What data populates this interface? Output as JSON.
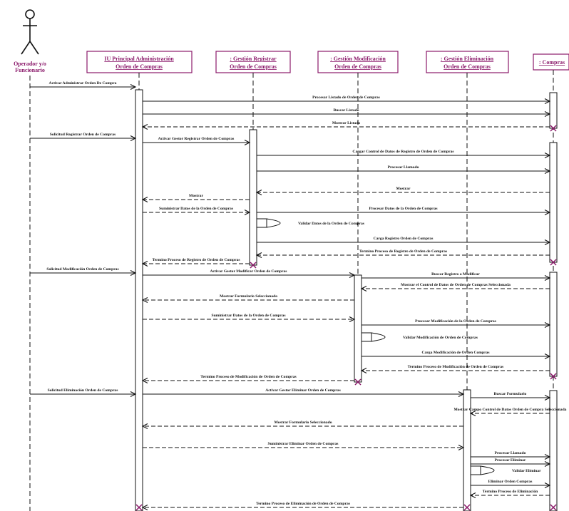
{
  "participants": [
    {
      "id": "actor",
      "line1": "Operador y/o",
      "line2": "Funcionario"
    },
    {
      "id": "iu",
      "line1": "IU Principal Administración",
      "line2": "Orden de Compras"
    },
    {
      "id": "reg",
      "line1": ": Gestión Registrar",
      "line2": "Orden de Compras"
    },
    {
      "id": "mod",
      "line1": ": Gestión Modificación",
      "line2": "Orden de Compras"
    },
    {
      "id": "eli",
      "line1": ": Gestión Eliminación",
      "line2": "Orden de Compras"
    },
    {
      "id": "com",
      "line1": ": Compras",
      "line2": ""
    }
  ],
  "messages": [
    {
      "from": "actor",
      "to": "iu",
      "text": "Activar Administrar Orden De Compra",
      "dashed": false
    },
    {
      "from": "iu",
      "to": "com",
      "text": "Procesar Listado de Orden de Compras",
      "dashed": false
    },
    {
      "from": "iu",
      "to": "com",
      "text": "Buscar Listado",
      "dashed": false
    },
    {
      "from": "com",
      "to": "iu",
      "text": "Mostrar Listado",
      "dashed": true
    },
    {
      "from": "actor",
      "to": "iu",
      "text": "Solicitud Registrar Orden de Compras",
      "dashed": false
    },
    {
      "from": "iu",
      "to": "reg",
      "text": "Activar Gestor Registrar Orden de Compras",
      "dashed": false
    },
    {
      "from": "reg",
      "to": "com",
      "text": "Cargar Control de Datos de Registro de Orden de Compras",
      "dashed": false
    },
    {
      "from": "reg",
      "to": "com",
      "text": "Procesar Llamado",
      "dashed": false
    },
    {
      "from": "com",
      "to": "reg",
      "text": "Mostrar",
      "dashed": true
    },
    {
      "from": "reg",
      "to": "iu",
      "text": "Mostrar",
      "dashed": true
    },
    {
      "from": "iu",
      "to": "reg",
      "text": "Suministrar Datos de la Orden de Compras",
      "dashed": true
    },
    {
      "from": "reg",
      "to": "com",
      "text": "Procesar Datos de la Orden de Compras",
      "dashed": false
    },
    {
      "from": "reg",
      "to": "reg",
      "text": "Validar Datos de la Orden de Compras",
      "dashed": false
    },
    {
      "from": "reg",
      "to": "com",
      "text": "Carga Registro Orden de Compras",
      "dashed": false
    },
    {
      "from": "com",
      "to": "reg",
      "text": "Termino Proceso de Registro de Orden de Compras",
      "dashed": true
    },
    {
      "from": "reg",
      "to": "iu",
      "text": "Termino Proceso de Registro de Orden de Compras",
      "dashed": true
    },
    {
      "from": "actor",
      "to": "iu",
      "text": "Solicitud Modificación Orden de Compras",
      "dashed": false
    },
    {
      "from": "iu",
      "to": "mod",
      "text": "Activar Gestor Modificar Orden de Compras",
      "dashed": false
    },
    {
      "from": "mod",
      "to": "com",
      "text": "Buscar Registro a Modificar",
      "dashed": false
    },
    {
      "from": "com",
      "to": "mod",
      "text": "Mostrar el Control de Datos de Orden de Compras Seleccionada",
      "dashed": true
    },
    {
      "from": "mod",
      "to": "iu",
      "text": "Mostrar Formulario Seleccionado",
      "dashed": true
    },
    {
      "from": "iu",
      "to": "mod",
      "text": "Suministrar Datos de la Orden de Compras",
      "dashed": true
    },
    {
      "from": "mod",
      "to": "com",
      "text": "Procesar Modificación de la Orden de Compras",
      "dashed": false
    },
    {
      "from": "mod",
      "to": "mod",
      "text": "Validar Modificación de Orden de Compras",
      "dashed": false
    },
    {
      "from": "mod",
      "to": "com",
      "text": "Carga Modificación de Orden Compras",
      "dashed": false
    },
    {
      "from": "com",
      "to": "mod",
      "text": "Termino Proceso de Modificación de Orden de Compras",
      "dashed": true
    },
    {
      "from": "mod",
      "to": "iu",
      "text": "Termino Proceso de Modificación de Orden de Compras",
      "dashed": true
    },
    {
      "from": "actor",
      "to": "iu",
      "text": "Solicitud Eliminación Orden de Compras",
      "dashed": false
    },
    {
      "from": "iu",
      "to": "eli",
      "text": "Activar Gestor Eliminar Orden de Compras",
      "dashed": false
    },
    {
      "from": "eli",
      "to": "com",
      "text": "Buscar Formulario",
      "dashed": false
    },
    {
      "from": "com",
      "to": "eli",
      "text": "Mostrar Campo Control de Datos Orden de Compra Seleccionada",
      "dashed": true
    },
    {
      "from": "eli",
      "to": "iu",
      "text": "Mostrar Formulario Seleccionado",
      "dashed": true
    },
    {
      "from": "iu",
      "to": "eli",
      "text": "Suministrar Eliminar Orden de Compras",
      "dashed": true
    },
    {
      "from": "eli",
      "to": "com",
      "text": "Procesar Llamado",
      "dashed": false
    },
    {
      "from": "eli",
      "to": "com",
      "text": "Procesar Eliminar",
      "dashed": false
    },
    {
      "from": "eli",
      "to": "eli",
      "text": "Validar Eliminar",
      "dashed": false
    },
    {
      "from": "eli",
      "to": "com",
      "text": "Eliminar Orden Compras",
      "dashed": false
    },
    {
      "from": "com",
      "to": "eli",
      "text": "Termino Proceso de Eliminación",
      "dashed": true
    },
    {
      "from": "eli",
      "to": "iu",
      "text": "Termino Proceso de Eliminación de Orden de Compras",
      "dashed": true
    }
  ],
  "colors": {
    "participant": "#8b1a6b",
    "line": "#111111",
    "end_marker": "#8b1a6b"
  }
}
